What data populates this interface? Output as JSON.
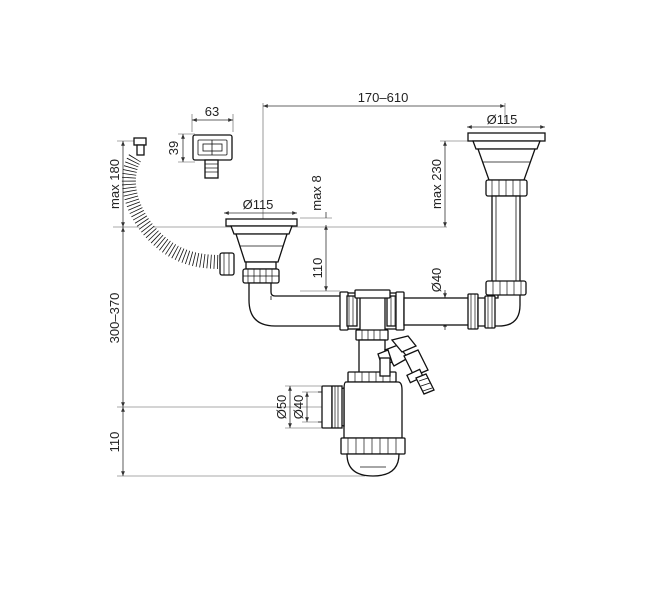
{
  "dimensions": {
    "spread": "170–610",
    "overflow_width": "63",
    "overflow_height": "39",
    "left_strainer_dia": "Ø115",
    "right_strainer_dia": "Ø115",
    "max_8": "max 8",
    "max_230": "max 230",
    "max_180": "max 180",
    "h_110_upper": "110",
    "pipe_dia_40": "Ø40",
    "range_300_370": "300–370",
    "outlet_dia_50": "Ø50",
    "outlet_dia_40": "Ø40",
    "h_110_lower": "110"
  },
  "colors": {
    "line": "#111111",
    "dimension": "#333333",
    "background": "#ffffff"
  }
}
